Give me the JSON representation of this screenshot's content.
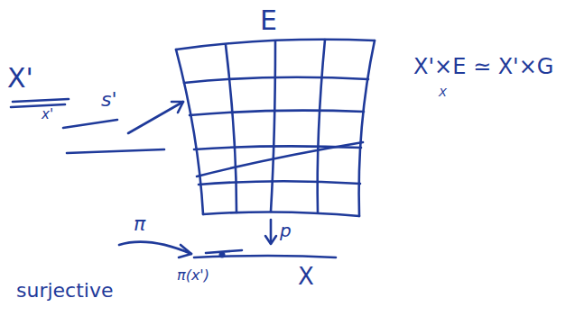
{
  "diagram": {
    "labels": [
      "E",
      "X'",
      "x'",
      "s'",
      "π",
      "p",
      "surjective",
      "π(x')",
      "X",
      "X'×E ≃ X'×G",
      "X"
    ]
  }
}
